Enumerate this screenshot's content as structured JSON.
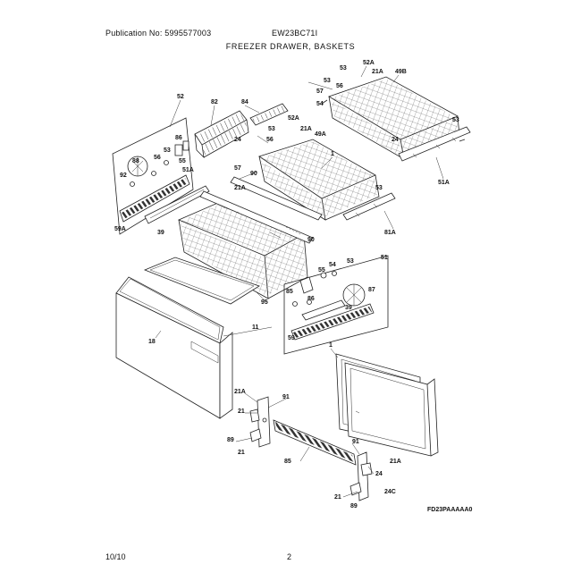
{
  "header": {
    "publication": "Publication No: 5995577003",
    "model": "EW23BC71I",
    "title": "FREEZER DRAWER, BASKETS"
  },
  "footer": {
    "date": "10/10",
    "page": "2"
  },
  "diagram": {
    "code": "FD23PAAAAA0",
    "callouts": {
      "c52": "52",
      "c82": "82",
      "c84": "84",
      "c86": "86",
      "c53a": "53",
      "c56a": "56",
      "c88": "88",
      "c55a": "55",
      "c51Aa": "51A",
      "c92": "92",
      "c39a": "39",
      "c59A": "59A",
      "c24a": "24",
      "c52A1": "52A",
      "c21A1": "21A",
      "c53b": "53",
      "c49B": "49B",
      "c53c": "53",
      "c56b": "56",
      "c57a": "57",
      "c54": "54",
      "c24b": "24",
      "c53d": "53",
      "c52A2": "52A",
      "c21A2": "21A",
      "c53e": "53",
      "c56c": "56",
      "c49A": "49A",
      "c1a": "1",
      "c57b": "57",
      "c90a": "90",
      "c53f": "53",
      "c51Ab": "51A",
      "c81A": "81A",
      "c21Ab": "21A",
      "c90b": "90",
      "c53g": "53",
      "c51": "51",
      "c54b": "54",
      "c55b": "55",
      "c85a": "85",
      "c87": "87",
      "c86b": "86",
      "c39b": "39",
      "c59": "59",
      "c95": "95",
      "c11": "11",
      "c18": "18",
      "c1b": "1",
      "c21A3": "21A",
      "c91a": "91",
      "c21a": "21",
      "c89a": "89",
      "c21b": "21",
      "c85b": "85",
      "c91b": "91",
      "c21A4": "21A",
      "c24c": "24",
      "c21c": "21",
      "c24C": "24C",
      "c89b": "89"
    }
  }
}
